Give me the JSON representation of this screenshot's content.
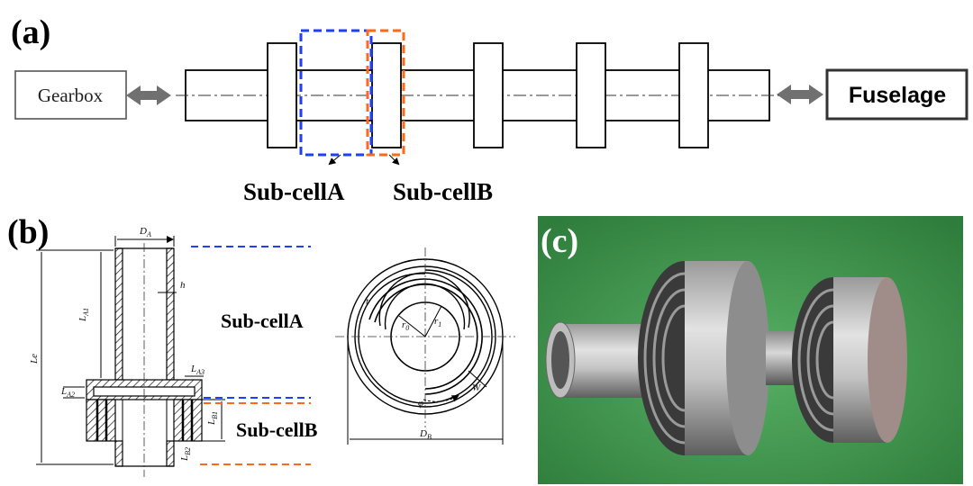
{
  "panels": {
    "a": {
      "label": "(a)"
    },
    "b": {
      "label": "(b)"
    },
    "c": {
      "label": "(c)"
    }
  },
  "shaft": {
    "left_box": "Gearbox",
    "right_box": "Fuselage",
    "sub_cell_a": "Sub-cellA",
    "sub_cell_b": "Sub-cellB"
  },
  "section": {
    "sub_cell_a": "Sub-cellA",
    "sub_cell_b": "Sub-cellB",
    "dims": {
      "DA": "D",
      "DA_sub": "A",
      "h": "h",
      "LA1": "L",
      "LA1_sub": "A1",
      "Le": "Le",
      "LA2": "L",
      "LA2_sub": "A2",
      "LA3": "L",
      "LA3_sub": "A3",
      "LB1": "L",
      "LB1_sub": "B1",
      "LB2": "L",
      "LB2_sub": "B2"
    }
  },
  "spiral": {
    "t": "t",
    "r0": "r",
    "r0_sub": "0",
    "r1": "r",
    "r1_sub": "1",
    "w": "W",
    "phi": "φ",
    "DB": "D",
    "DB_sub": "B"
  },
  "colors": {
    "sub_cell_a": "#1f3fff",
    "sub_cell_b": "#ff6a1a",
    "arrow_gray": "#707070",
    "photo_bg": "#3f9a4f"
  }
}
